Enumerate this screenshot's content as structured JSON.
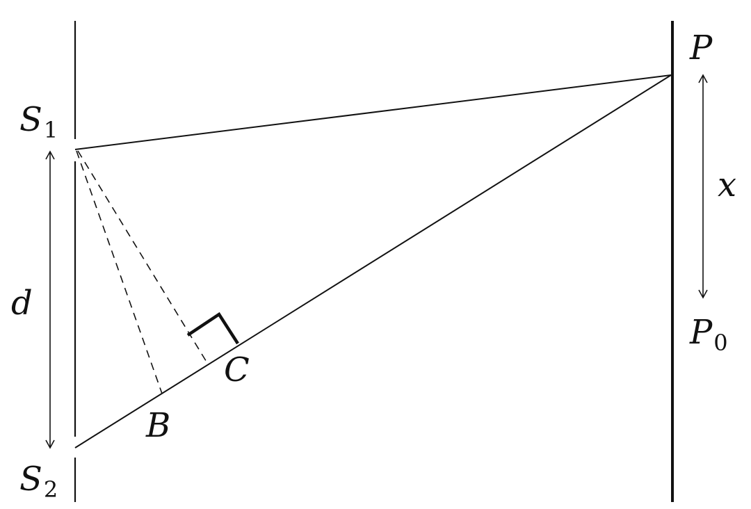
{
  "diagram": {
    "labels": {
      "S1": {
        "main": "S",
        "sub": "1"
      },
      "S2": {
        "main": "S",
        "sub": "2"
      },
      "P": {
        "main": "P",
        "sub": ""
      },
      "P0": {
        "main": "P",
        "sub": "0"
      },
      "B": {
        "main": "B",
        "sub": ""
      },
      "C": {
        "main": "C",
        "sub": ""
      },
      "d": {
        "main": "d",
        "sub": ""
      },
      "x": {
        "main": "x",
        "sub": ""
      }
    },
    "colors": {
      "ink": "#111111",
      "background": "#ffffff"
    }
  }
}
